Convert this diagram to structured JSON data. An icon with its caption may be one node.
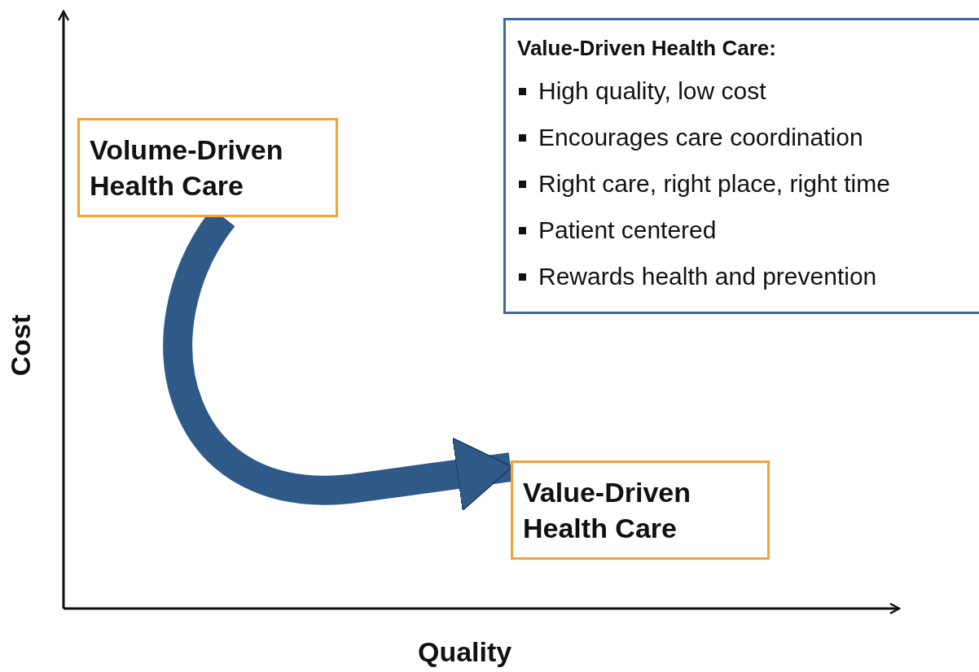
{
  "diagram": {
    "nodes": [
      {
        "text": [
          "Volume-Driven Health Care"
        ]
      },
      {
        "text": [
          "Value-Driven Health Care"
        ]
      },
      {
        "text": [
          "Value-Driven Health Care:",
          "High quality, low cost",
          "Encourages care coordination",
          "Right care, right place, right time",
          "Patient centered",
          "Rewards health and prevention"
        ]
      }
    ],
    "edges": [
      {
        "from": 0,
        "to": 1,
        "arrow": "to"
      }
    ],
    "labels": [
      "Cost",
      "Quality"
    ]
  }
}
